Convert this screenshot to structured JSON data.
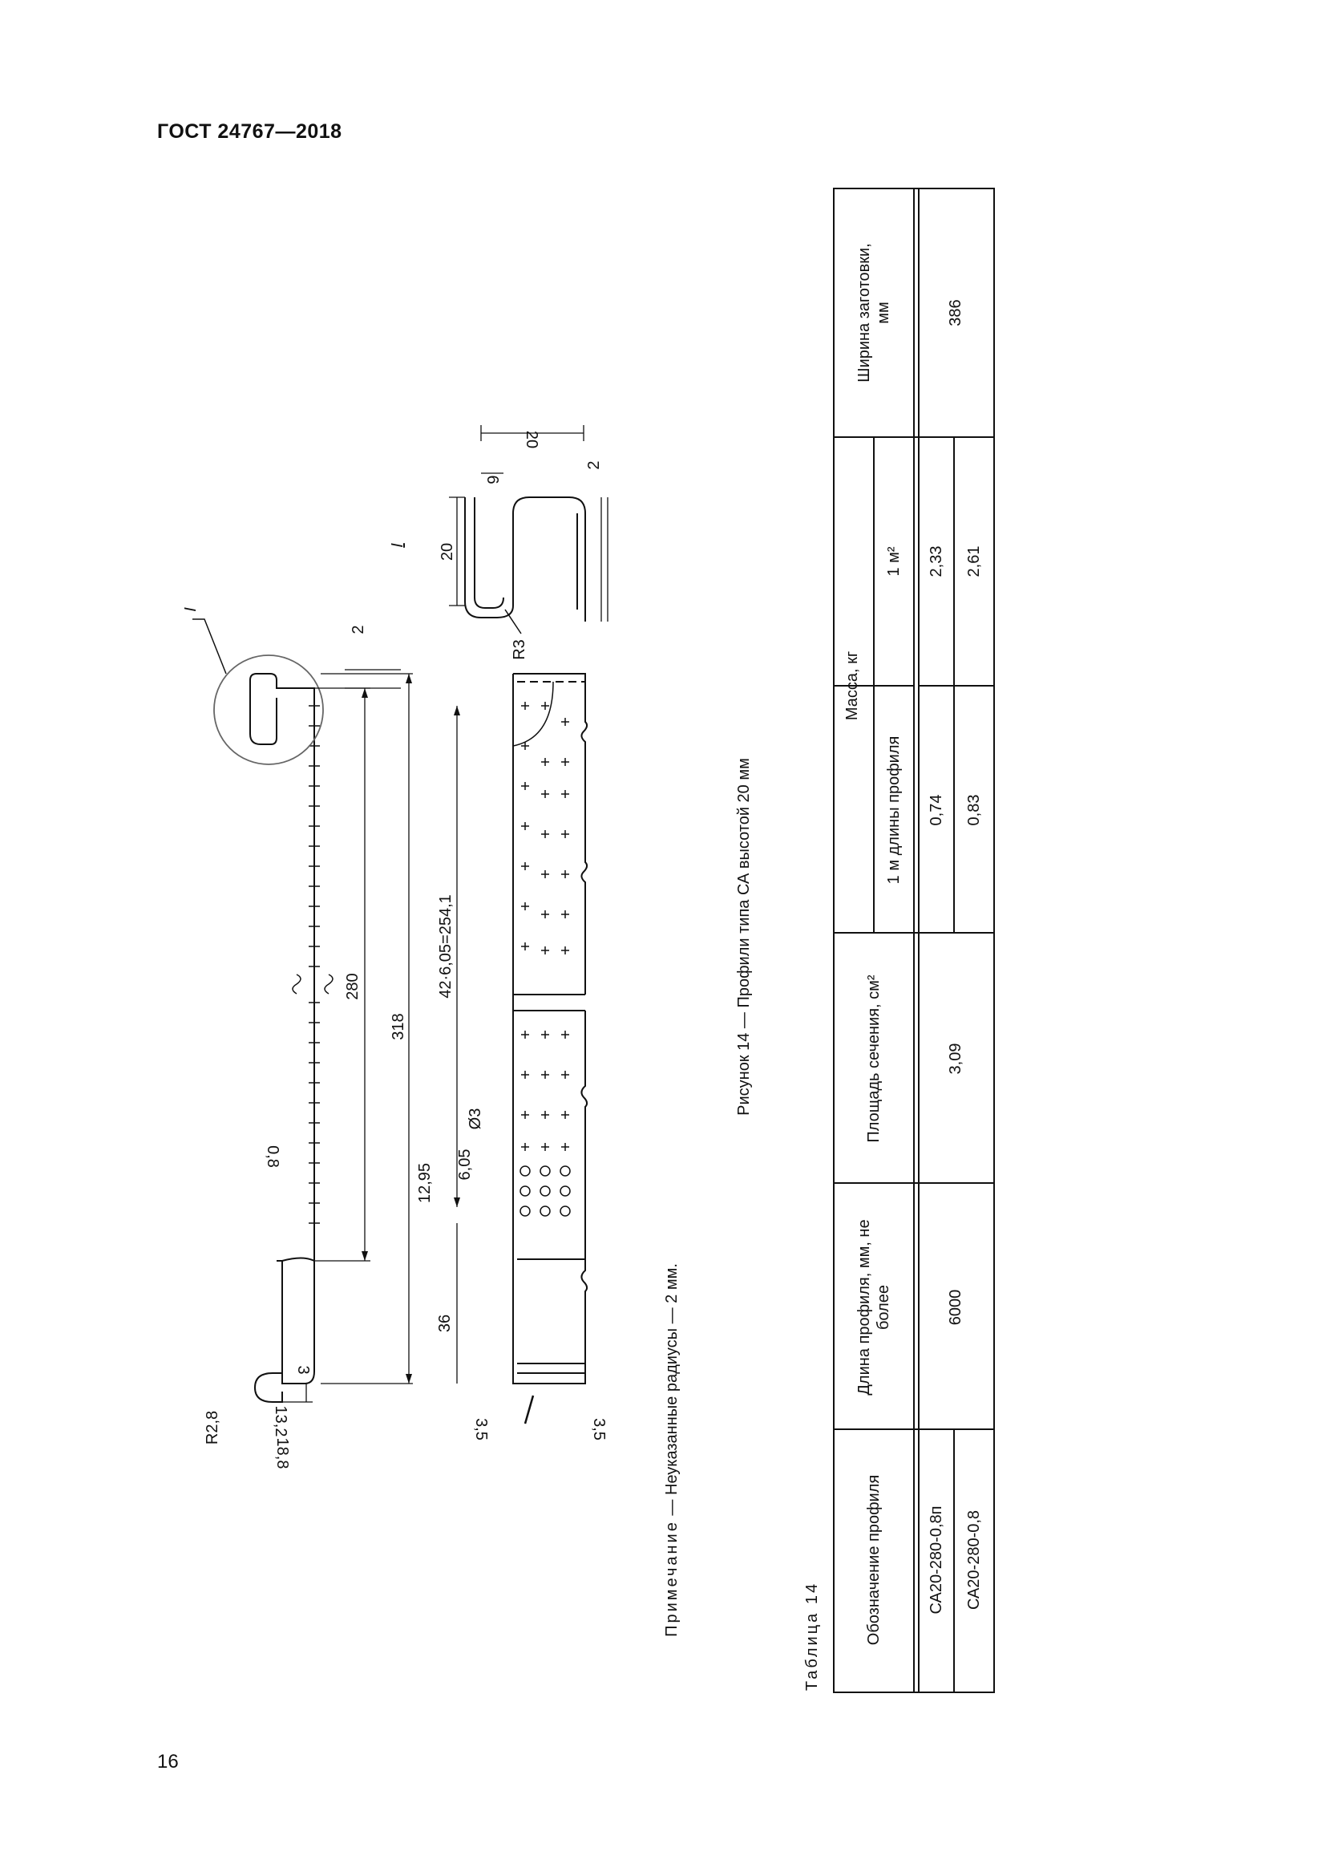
{
  "header": {
    "standard": "ГОСТ 24767—2018"
  },
  "page_number": "16",
  "figure": {
    "caption": "Рисунок 14 — Профили типа СА высотой 20 мм",
    "note_label": "Примечание",
    "note_text": " — Неуказанные радиусы — 2 мм.",
    "detail_label": "I",
    "dimensions": {
      "d_2_top": "2",
      "d_280": "280",
      "d_318": "318",
      "d_254": "42·6,05=254,1",
      "d_08": "0,8",
      "d_1295": "12,95",
      "d_605": "6,05",
      "d_o3": "Ø3",
      "d_36": "36",
      "d_3": "3",
      "d_132": "13,2",
      "d_188": "18,8",
      "d_r28": "R2,8",
      "d_35a": "3,5",
      "d_35b": "3,5",
      "d_r3": "R3",
      "d_20a": "20",
      "d_20b": "20",
      "d_6": "6",
      "d_2_det": "2"
    }
  },
  "table": {
    "title": "Таблица 14",
    "headers": {
      "designation": "Обозначение профиля",
      "length": "Длина профиля, мм, не более",
      "area": "Площадь сечения, см²",
      "mass": "Масса, кг",
      "mass_per_m": "1 м длины профиля",
      "mass_per_m2": "1 м²",
      "blank_width": "Ширина заготовки, мм"
    },
    "rows": [
      {
        "designation": "СА20-280-0,8п",
        "mass_per_m": "0,74",
        "mass_per_m2": "2,33"
      },
      {
        "designation": "СА20-280-0,8",
        "mass_per_m": "0,83",
        "mass_per_m2": "2,61"
      }
    ],
    "shared": {
      "length": "6000",
      "area": "3,09",
      "blank_width": "386"
    }
  }
}
